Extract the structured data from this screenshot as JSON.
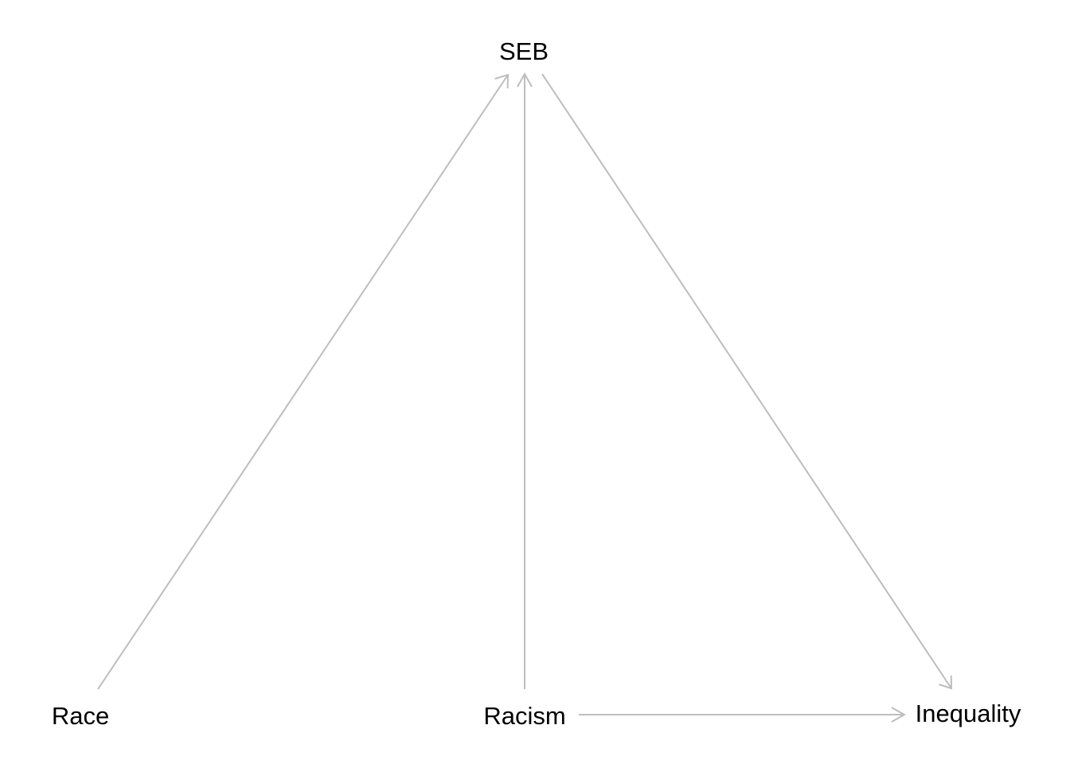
{
  "diagram": {
    "nodes": {
      "seb": "SEB",
      "race": "Race",
      "racism": "Racism",
      "inequality": "Inequality"
    },
    "edges": [
      {
        "from": "race",
        "to": "seb"
      },
      {
        "from": "racism",
        "to": "seb"
      },
      {
        "from": "seb",
        "to": "inequality"
      },
      {
        "from": "racism",
        "to": "inequality"
      }
    ],
    "edge_color": "#bdbdbd"
  }
}
